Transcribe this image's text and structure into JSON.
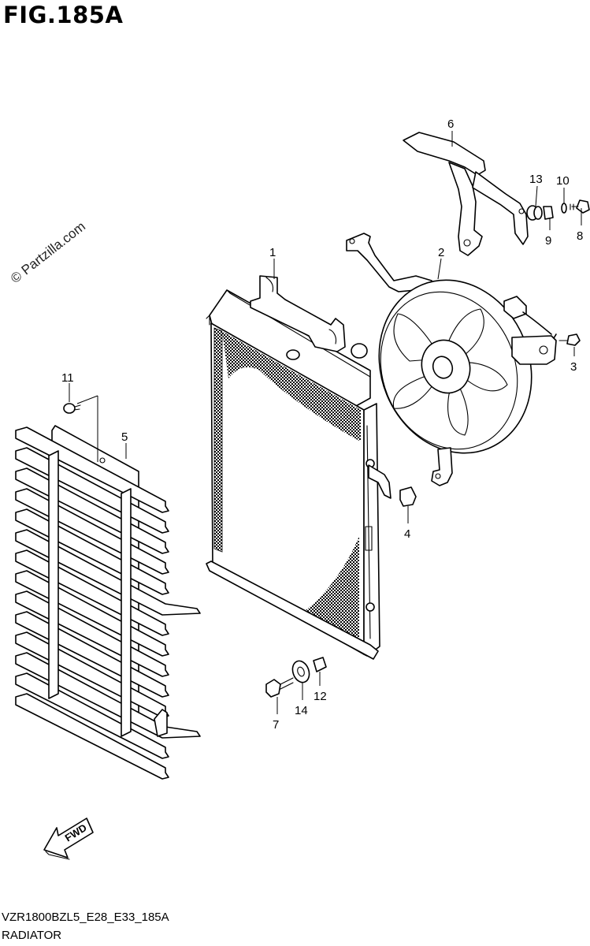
{
  "figure": {
    "title": "FIG.185A",
    "watermark": "© Partzilla.com",
    "footer_code": "VZR1800BZL5_E28_E33_185A",
    "footer_name": "RADIATOR",
    "fwd_label": "FWD"
  },
  "callouts": [
    {
      "id": "c1",
      "label": "1"
    },
    {
      "id": "c2",
      "label": "2"
    },
    {
      "id": "c3",
      "label": "3"
    },
    {
      "id": "c4",
      "label": "4"
    },
    {
      "id": "c5",
      "label": "5"
    },
    {
      "id": "c6",
      "label": "6"
    },
    {
      "id": "c7",
      "label": "7"
    },
    {
      "id": "c8",
      "label": "8"
    },
    {
      "id": "c9",
      "label": "9"
    },
    {
      "id": "c10",
      "label": "10"
    },
    {
      "id": "c11",
      "label": "11"
    },
    {
      "id": "c12",
      "label": "12"
    },
    {
      "id": "c13",
      "label": "13"
    },
    {
      "id": "c14",
      "label": "14"
    }
  ]
}
